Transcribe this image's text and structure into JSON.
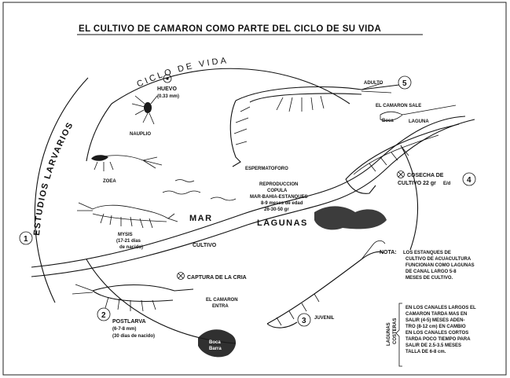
{
  "title": "EL CULTIVO DE CAMARON COMO PARTE DEL CICLO DE SU VIDA",
  "arc_labels": {
    "ciclo_de_vida": "CICLO DE VIDA",
    "estudios": "ESTUDIOS LARVARIOS"
  },
  "stage_numbers": [
    "1",
    "2",
    "3",
    "4",
    "5"
  ],
  "stages": {
    "huevo": [
      "HUEVO",
      "(0.33 mm)"
    ],
    "nauplio": "NAUPLIO",
    "zoea": "ZOEA",
    "mysis": [
      "MYSIS",
      "(17-21 dias",
      "de nacido)"
    ],
    "postlarva": [
      "POSTLARVA",
      "(6-7-8 mm)",
      "(30 dias de nacido)"
    ],
    "juvenil": "JUVENIL",
    "adulto": "ADULTO",
    "espermatoforo": [
      "ESPERMATOFORO"
    ],
    "reproduccion": [
      "REPRODUCCION",
      "COPULA",
      "MAR-BAHIA-ESTANQUES",
      "8-9 meses de edad",
      "26-30-50 gr"
    ]
  },
  "zones": {
    "mar": "MAR",
    "lagunas": "LAGUNAS",
    "cultivo": "CULTIVO"
  },
  "events": {
    "captura": "CAPTURA DE LA CRIA",
    "cosecha": [
      "COSECHA DE",
      "CULTIVO 22 gr",
      "E/d"
    ],
    "camaron_entra": [
      "EL CAMARON",
      "ENTRA"
    ],
    "camaron_sale": [
      "EL CAMARON SALE"
    ],
    "laguna": "LAGUNA",
    "boca_barra": [
      "Boca",
      "Barra"
    ]
  },
  "nota": {
    "label": "NOTA:",
    "lines": [
      "LOS ESTANQUES DE",
      "CULTIVO DE ACUACULTURA",
      "FUNCIONAN COMO LAGUNAS",
      "DE CANAL LARGO 5-8",
      "MESES DE CULTIVO."
    ]
  },
  "lagunas_costeras": {
    "label": [
      "LAGUNAS",
      "COSTERAS"
    ],
    "lines": [
      "EN LOS CANALES LARGOS EL",
      "CAMARON TARDA MAS EN",
      "SALIR (4-5) MESES ADEN-",
      "TRO (8-12 cm) EN CAMBIO",
      "EN LOS CANALES CORTOS",
      "TARDA POCO TIEMPO PARA",
      "SALIR DE 2.5-3.5 MESES",
      "TALLA DE 6-8 cm."
    ]
  }
}
